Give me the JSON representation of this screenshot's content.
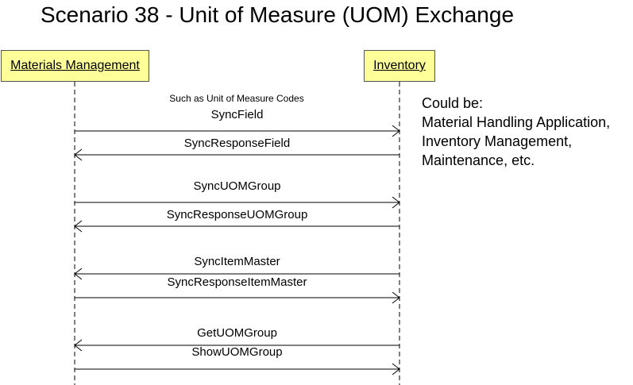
{
  "title": "Scenario 38 - Unit of Measure (UOM) Exchange",
  "actors": {
    "left": "Materials Management",
    "right": "Inventory"
  },
  "note": "Such as Unit of Measure Codes",
  "side_note": [
    "Could be:",
    "Material Handling Application,",
    "Inventory Management,",
    "Maintenance, etc."
  ],
  "messages": [
    {
      "label": "SyncField",
      "direction": "right"
    },
    {
      "label": "SyncResponseField",
      "direction": "left"
    },
    {
      "label": "SyncUOMGroup",
      "direction": "right"
    },
    {
      "label": "SyncResponseUOMGroup",
      "direction": "left"
    },
    {
      "label": "SyncItemMaster",
      "direction": "left"
    },
    {
      "label": "SyncResponseItemMaster",
      "direction": "right"
    },
    {
      "label": "GetUOMGroup",
      "direction": "left"
    },
    {
      "label": "ShowUOMGroup",
      "direction": "right"
    }
  ]
}
